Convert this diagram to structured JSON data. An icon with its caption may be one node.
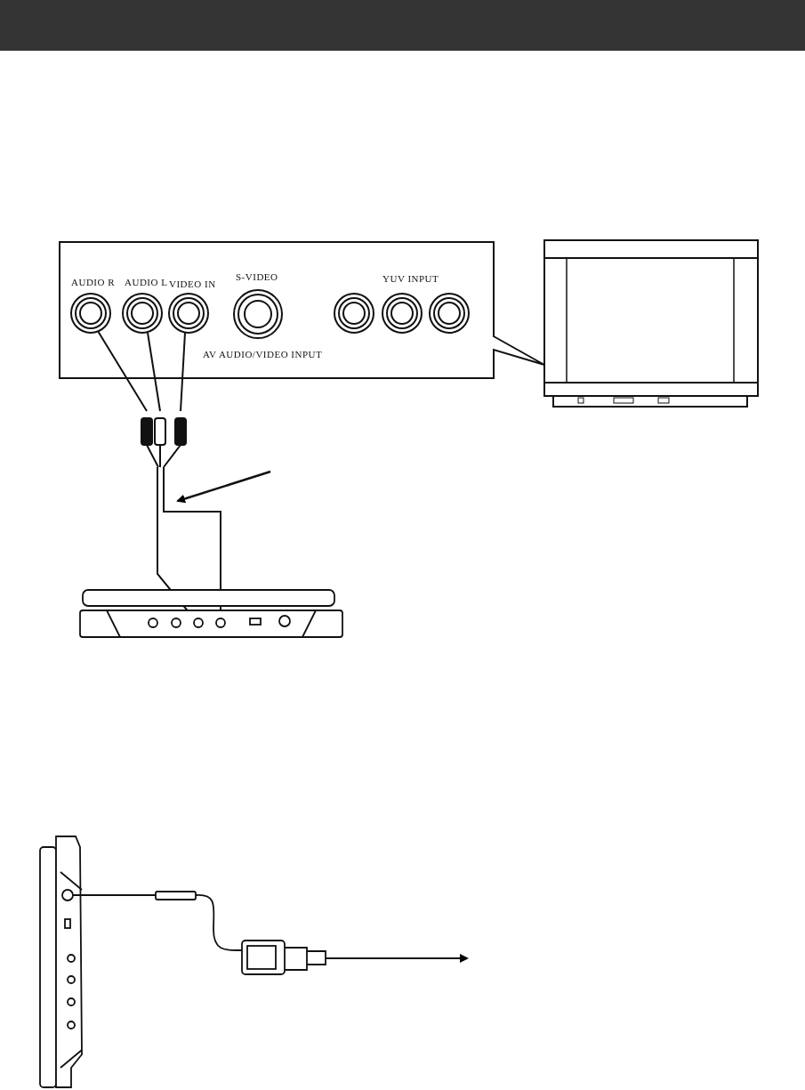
{
  "diagram": {
    "labels": [
      "AUDIO R",
      "AUDIO L",
      "VIDEO IN",
      "S-VIDEO",
      "YUV INPUT",
      "AV AUDIO/VIDEO INPUT"
    ]
  }
}
